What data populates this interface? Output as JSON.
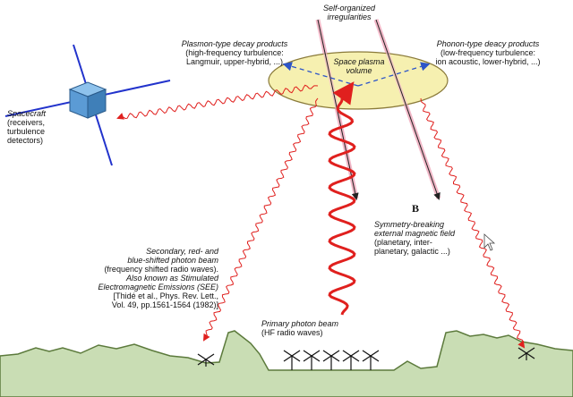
{
  "labels": {
    "self_organized": [
      "Self-organized",
      "irregularities"
    ],
    "plasmon": [
      "Plasmon-type decay products",
      "(high-frequency turbulence:",
      "Langmuir, upper-hybrid, ...)"
    ],
    "phonon": [
      "Phonon-type deacy products",
      "(low-frequency turbulence:",
      "ion acoustic, lower-hybrid, ...)"
    ],
    "space_plasma": [
      "Space plasma",
      "volume"
    ],
    "spacecraft": [
      "Spacecraft",
      "(receivers,",
      "turbulence",
      "detectors)"
    ],
    "b_field": "B",
    "symmetry": [
      "Symmetry-breaking",
      "external magnetic field",
      "(planetary, inter-",
      "planetary, galactic ...)"
    ],
    "secondary": [
      "Secondary, red- and",
      "blue-shifted photon beam",
      "(frequency shifted radio waves).",
      "Also known as Stimulated",
      "Electromagnetic Emissions (SEE)",
      "[Thidé et al., Phys. Rev. Lett.,",
      "Vol. 49, pp.1561-1564 (1982)]"
    ],
    "primary": [
      "Primary photon beam",
      "(HF radio waves)"
    ]
  },
  "colors": {
    "ellipse_fill": "#f6f0b0",
    "ellipse_stroke": "#8a7a3a",
    "wave_red": "#e0201e",
    "dashed_blue": "#2d55c8",
    "ground_fill": "#c9ddb4",
    "ground_stroke": "#5c7a3c",
    "field_line": "#222222",
    "field_glow": "#f2b8c8",
    "spacecraft_body": "#5b9bd5",
    "antenna_blue": "#2233cc"
  }
}
